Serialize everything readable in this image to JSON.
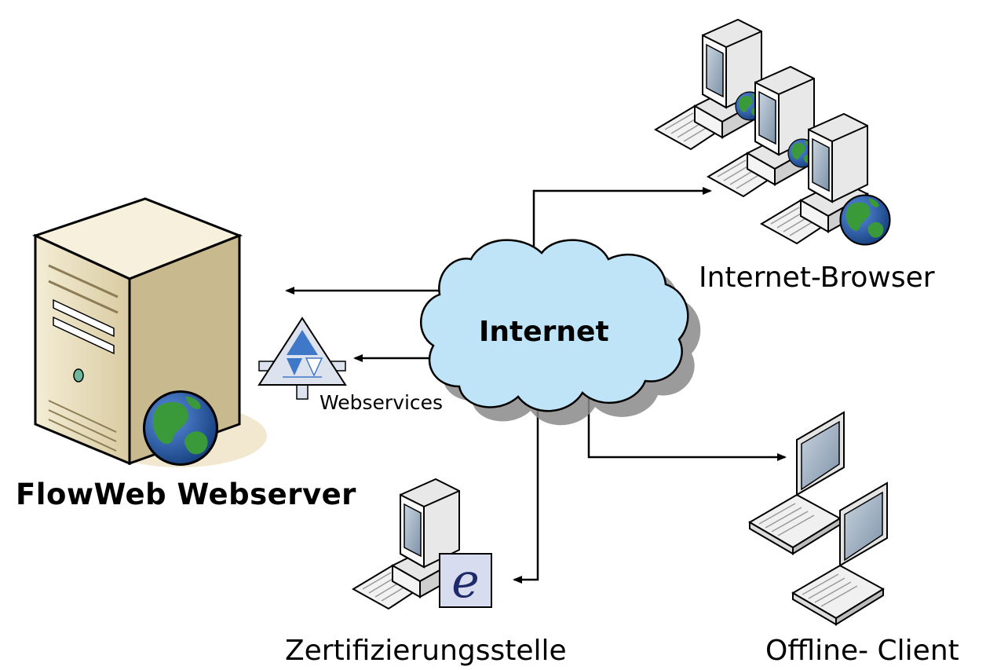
{
  "nodes": {
    "server": {
      "label": "FlowWeb Webserver",
      "icon": "server-tower-icon"
    },
    "browsers": {
      "label": "Internet-Browser",
      "icon": "desktop-computer-icon",
      "count": 3
    },
    "certification": {
      "label": "Zertifizierungsstelle",
      "icon": "desktop-computer-icon",
      "badge_letter": "e"
    },
    "offline": {
      "label": "Offline- Client",
      "icon": "laptop-icon",
      "count": 2
    },
    "webservices": {
      "label": "Webservices",
      "icon": "webservices-triangle-icon"
    },
    "internet": {
      "label": "Internet",
      "icon": "cloud-icon"
    }
  },
  "colors": {
    "cloud_fill": "#bfe3f7",
    "cloud_shadow": "#8a8a8a",
    "tower_face": "#e9dfbf",
    "tower_side": "#c8b98f",
    "monitor_screen": "#8fa3b8",
    "globe_ocean": "#2a5fb0",
    "globe_land": "#3a9a3a",
    "triangle_blue": "#3f78c8",
    "badge_bg": "#d8dcef",
    "badge_letter": "#1f2a6a"
  }
}
